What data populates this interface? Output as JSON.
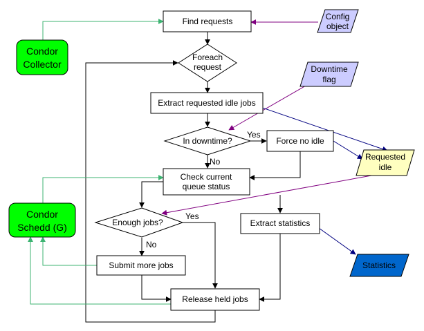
{
  "nodes": {
    "find_requests": "Find requests",
    "foreach_request": [
      "Foreach",
      "request"
    ],
    "extract_idle": "Extract requested idle jobs",
    "in_downtime": "In downtime?",
    "force_no_idle": "Force no idle",
    "check_queue": [
      "Check current",
      "queue status"
    ],
    "enough_jobs": "Enough jobs?",
    "extract_statistics": "Extract statistics",
    "submit_more": "Submit more jobs",
    "release_held": "Release held jobs",
    "condor_collector": [
      "Condor",
      "Collector"
    ],
    "condor_schedd": [
      "Condor",
      "Schedd (G)"
    ],
    "config_object": [
      "Config",
      "object"
    ],
    "downtime_flag": [
      "Downtime",
      "flag"
    ],
    "requested_idle": [
      "Requested",
      "idle"
    ],
    "statistics": "Statistics"
  },
  "edge_labels": {
    "downtime_yes": "Yes",
    "downtime_no": "No",
    "enough_yes": "Yes",
    "enough_no": "No"
  },
  "colors": {
    "condor_box": "#00ff00",
    "condor_link": "#3cb371",
    "data_input": "#ccccff",
    "requested_idle": "#ffffc0",
    "statistics": "#0066cc",
    "config_link": "#800080",
    "output_link": "#000080"
  }
}
